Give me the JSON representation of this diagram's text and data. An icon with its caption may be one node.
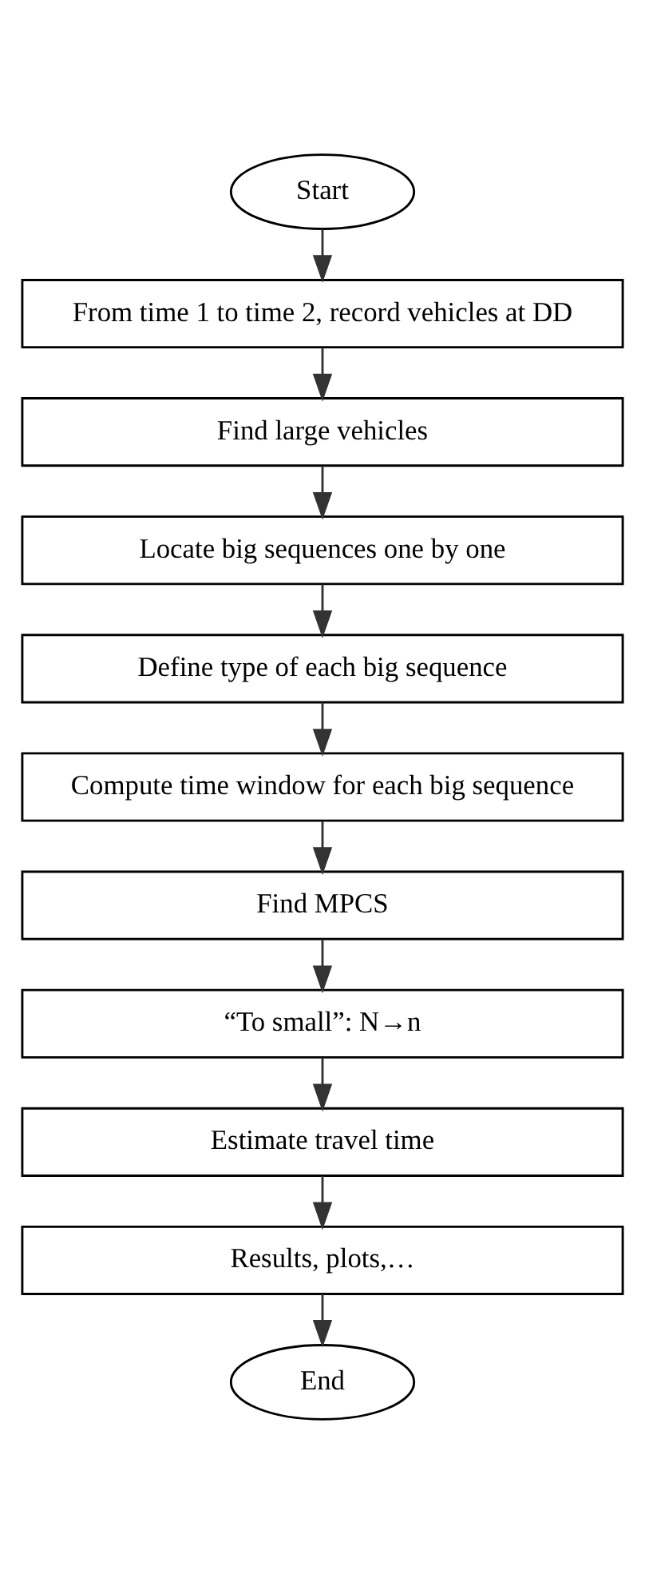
{
  "diagram": {
    "nodes": [
      {
        "text": [
          "Start"
        ]
      },
      {
        "text": [
          "From time 1 to time 2, record vehicles at DD"
        ]
      },
      {
        "text": [
          "Find large vehicles"
        ]
      },
      {
        "text": [
          "Locate big sequences one by one"
        ]
      },
      {
        "text": [
          "Define type of each big sequence"
        ]
      },
      {
        "text": [
          "Compute time window for each big sequence"
        ]
      },
      {
        "text": [
          "Find MPCS"
        ]
      },
      {
        "text": [
          "“To small”: N→n"
        ]
      },
      {
        "text": [
          "Estimate travel time"
        ]
      },
      {
        "text": [
          "Results, plots,…"
        ]
      },
      {
        "text": [
          "End"
        ]
      }
    ],
    "edges": [
      {
        "from": 0,
        "to": 1,
        "arrow": "to"
      },
      {
        "from": 1,
        "to": 2,
        "arrow": "to"
      },
      {
        "from": 2,
        "to": 3,
        "arrow": "to"
      },
      {
        "from": 3,
        "to": 4,
        "arrow": "to"
      },
      {
        "from": 4,
        "to": 5,
        "arrow": "to"
      },
      {
        "from": 5,
        "to": 6,
        "arrow": "to"
      },
      {
        "from": 6,
        "to": 7,
        "arrow": "to"
      },
      {
        "from": 7,
        "to": 8,
        "arrow": "to"
      },
      {
        "from": 8,
        "to": 9,
        "arrow": "to"
      },
      {
        "from": 9,
        "to": 10,
        "arrow": "to"
      }
    ]
  }
}
